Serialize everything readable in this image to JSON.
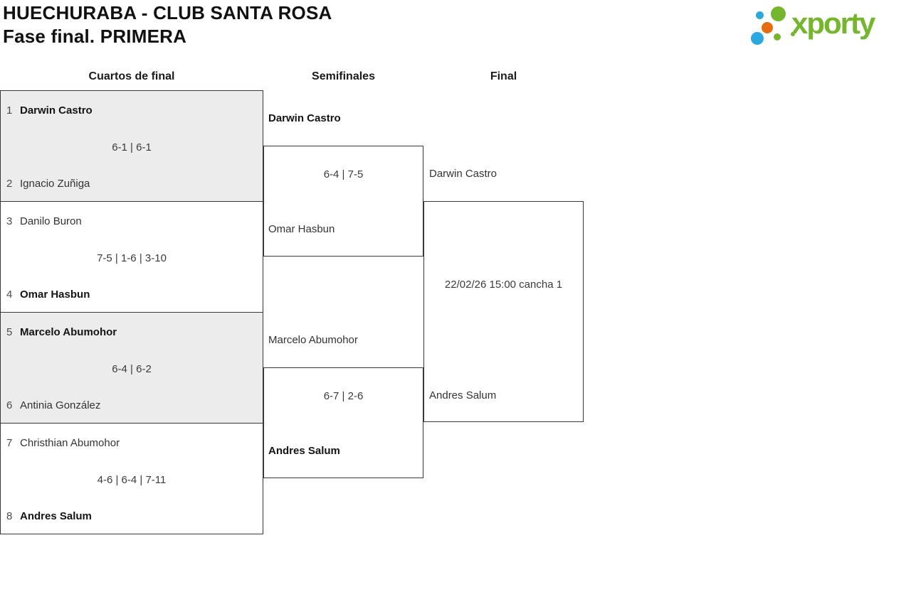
{
  "header": {
    "title_line1": "HUECHURABA - CLUB SANTA ROSA",
    "title_line2": "Fase final. PRIMERA",
    "logo": {
      "wordmark": "xporty",
      "colors": {
        "green": "#74b62c",
        "blue": "#2aa9e0",
        "orange": "#e56d10"
      }
    }
  },
  "columns": {
    "quarterfinals_label": "Cuartos de final",
    "semifinals_label": "Semifinales",
    "final_label": "Final"
  },
  "bracket": {
    "quarterfinals": [
      {
        "p1_seed": "1",
        "p1": "Darwin Castro",
        "p1_winner": true,
        "score": "6-1 | 6-1",
        "p2_seed": "2",
        "p2": "Ignacio Zuñiga",
        "p2_winner": false
      },
      {
        "p1_seed": "3",
        "p1": "Danilo Buron",
        "p1_winner": false,
        "score": "7-5 | 1-6 | 3-10",
        "p2_seed": "4",
        "p2": "Omar Hasbun",
        "p2_winner": true
      },
      {
        "p1_seed": "5",
        "p1": "Marcelo Abumohor",
        "p1_winner": true,
        "score": "6-4 | 6-2",
        "p2_seed": "6",
        "p2": "Antinia González",
        "p2_winner": false
      },
      {
        "p1_seed": "7",
        "p1": "Christhian Abumohor",
        "p1_winner": false,
        "score": "4-6 | 6-4 | 7-11",
        "p2_seed": "8",
        "p2": "Andres Salum",
        "p2_winner": true
      }
    ],
    "semifinals": [
      {
        "p1": "Darwin Castro",
        "p1_winner": true,
        "score": "6-4 | 7-5",
        "p2": "Omar Hasbun",
        "p2_winner": false
      },
      {
        "p1": "Marcelo Abumohor",
        "p1_winner": false,
        "score": "6-7 | 2-6",
        "p2": "Andres Salum",
        "p2_winner": true
      }
    ],
    "final": {
      "p1": "Darwin Castro",
      "schedule": "22/02/26 15:00 cancha 1",
      "p2": "Andres Salum"
    }
  },
  "theme": {
    "shaded_match_bg": "#ececec",
    "border_color": "#383838"
  }
}
